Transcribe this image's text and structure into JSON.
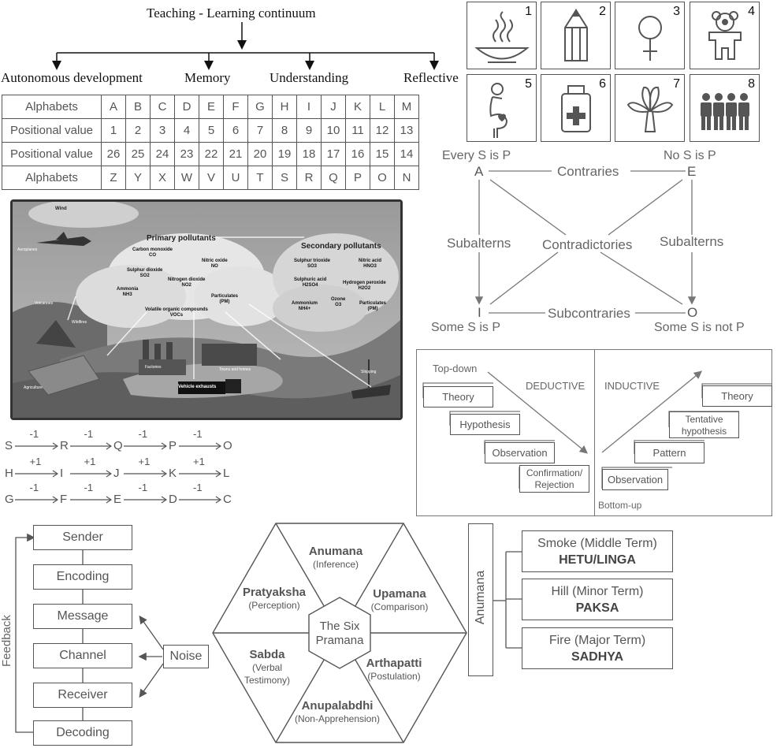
{
  "continuum": {
    "title": "Teaching - Learning continuum",
    "levels": [
      "Autonomous development",
      "Memory",
      "Understanding",
      "Reflective"
    ]
  },
  "alphabet_table": {
    "rows": [
      {
        "header": "Alphabets",
        "cells": [
          "A",
          "B",
          "C",
          "D",
          "E",
          "F",
          "G",
          "H",
          "I",
          "J",
          "K",
          "L",
          "M"
        ]
      },
      {
        "header": "Positional value",
        "cells": [
          "1",
          "2",
          "3",
          "4",
          "5",
          "6",
          "7",
          "8",
          "9",
          "10",
          "11",
          "12",
          "13"
        ]
      },
      {
        "header": "Positional value",
        "cells": [
          "26",
          "25",
          "24",
          "23",
          "22",
          "21",
          "20",
          "19",
          "18",
          "17",
          "16",
          "15",
          "14"
        ]
      },
      {
        "header": "Alphabets",
        "cells": [
          "Z",
          "Y",
          "X",
          "W",
          "V",
          "U",
          "T",
          "S",
          "R",
          "Q",
          "P",
          "O",
          "N"
        ]
      }
    ]
  },
  "icons": [
    {
      "number": "1",
      "icon": "steaming-bowl-icon"
    },
    {
      "number": "2",
      "icon": "pencil-icon"
    },
    {
      "number": "3",
      "icon": "female-symbol-icon"
    },
    {
      "number": "4",
      "icon": "teddy-bear-icon"
    },
    {
      "number": "5",
      "icon": "pregnant-woman-icon"
    },
    {
      "number": "6",
      "icon": "medicine-bottle-icon"
    },
    {
      "number": "7",
      "icon": "tree-icon"
    },
    {
      "number": "8",
      "icon": "group-of-people-icon"
    }
  ],
  "square_of_opposition": {
    "A": "A",
    "E": "E",
    "I": "I",
    "O": "O",
    "a_label": "Every S is P",
    "e_label": "No S is P",
    "i_label": "Some S is P",
    "o_label": "Some S is not P",
    "top": "Contraries",
    "bottom": "Subcontraries",
    "left": "Subalterns",
    "right": "Subalterns",
    "center": "Contradictories"
  },
  "pollutants": {
    "wind": "Wind",
    "aeroplanes": "Aeroplanes",
    "volcanoes": "Volcanoes",
    "wildfires": "Wildfires",
    "agriculture": "Agriculture",
    "factories": "Factories",
    "towns": "Towns and homes",
    "vehicle": "Vehicle exhausts",
    "shipping": "Shipping",
    "primary_title": "Primary pollutants",
    "secondary_title": "Secondary pollutants",
    "primary": [
      {
        "name": "Carbon monoxide",
        "formula": "CO"
      },
      {
        "name": "Sulphur dioxide",
        "formula": "SO2"
      },
      {
        "name": "Nitric oxide",
        "formula": "NO"
      },
      {
        "name": "Ammonia",
        "formula": "NH3"
      },
      {
        "name": "Nitrogen dioxide",
        "formula": "NO2"
      },
      {
        "name": "Particulates",
        "formula": "(PM)"
      },
      {
        "name": "Volatile organic compounds",
        "formula": "VOCs"
      }
    ],
    "secondary": [
      {
        "name": "Sulphur trioxide",
        "formula": "SO3"
      },
      {
        "name": "Nitric acid",
        "formula": "HNO3"
      },
      {
        "name": "Sulphuric acid",
        "formula": "H2SO4"
      },
      {
        "name": "Hydrogen peroxide",
        "formula": "H2O2"
      },
      {
        "name": "Ammonium",
        "formula": "NH4+"
      },
      {
        "name": "Ozone",
        "formula": "O3"
      },
      {
        "name": "Particulates",
        "formula": "(PM)"
      }
    ]
  },
  "research": {
    "top_down": "Top-down",
    "bottom_up": "Bottom-up",
    "deductive": "DEDUCTIVE",
    "inductive": "INDUCTIVE",
    "deductive_steps": [
      "Theory",
      "Hypothesis",
      "Observation",
      "Confirmation/ Rejection"
    ],
    "inductive_steps": [
      "Observation",
      "Pattern",
      "Tentative hypothesis",
      "Theory"
    ]
  },
  "sequences": [
    {
      "letters": [
        "S",
        "R",
        "Q",
        "P",
        "O"
      ],
      "step": "-1"
    },
    {
      "letters": [
        "H",
        "I",
        "J",
        "K",
        "L"
      ],
      "step": "+1"
    },
    {
      "letters": [
        "G",
        "F",
        "E",
        "D",
        "C"
      ],
      "step": "-1"
    }
  ],
  "communication": {
    "steps": [
      "Sender",
      "Encoding",
      "Message",
      "Channel",
      "Receiver",
      "Decoding"
    ],
    "noise": "Noise",
    "feedback": "Feedback"
  },
  "pramana": {
    "center": "The Six Pramana",
    "items": [
      {
        "name": "Anumana",
        "meaning": "(Inference)"
      },
      {
        "name": "Upamana",
        "meaning": "(Comparison)"
      },
      {
        "name": "Arthapatti",
        "meaning": "(Postulation)"
      },
      {
        "name": "Anupalabdhi",
        "meaning": "(Non-Apprehension)"
      },
      {
        "name": "Sabda",
        "meaning": "(Verbal Testimony)"
      },
      {
        "name": "Pratyaksha",
        "meaning": "(Perception)"
      }
    ]
  },
  "anumana": {
    "label": "Anumana",
    "terms": [
      {
        "term": "Smoke (Middle Term)",
        "name": "HETU/LINGA"
      },
      {
        "term": "Hill (Minor Term)",
        "name": "PAKSA"
      },
      {
        "term": "Fire (Major Term)",
        "name": "SADHYA"
      }
    ]
  }
}
